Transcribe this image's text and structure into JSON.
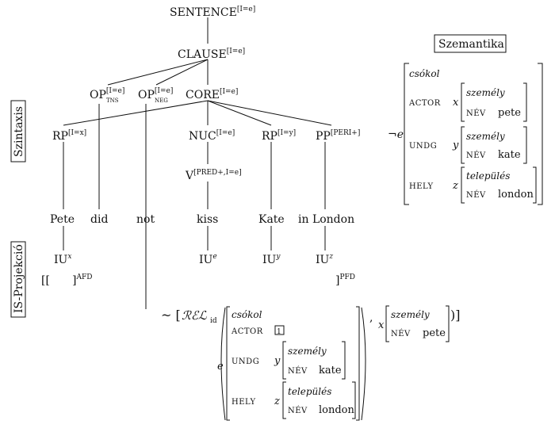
{
  "tree": {
    "sentence": "SENTENCE",
    "sentence_idx": "[I=e]",
    "clause": "CLAUSE",
    "clause_idx": "[I=e]",
    "op_tns": "OP",
    "op_tns_idx": "[I=e]",
    "op_tns_sub": "TNS",
    "op_neg": "OP",
    "op_neg_idx": "[I=e]",
    "op_neg_sub": "NEG",
    "core": "CORE",
    "core_idx": "[I=e]",
    "rp1": "RP",
    "rp1_idx": "[I=x]",
    "nuc": "NUC",
    "nuc_idx": "[I=e]",
    "rp2": "RP",
    "rp2_idx": "[I=y]",
    "pp": "PP",
    "pp_idx": "[PERI+]",
    "v": "V",
    "v_idx": "[PRED+,I=e]"
  },
  "words": {
    "pete": "Pete",
    "did": "did",
    "not": "not",
    "kiss": "kiss",
    "kate": "Kate",
    "london": "in London"
  },
  "projection": {
    "iu": "IU",
    "iu_x": "x",
    "iu_e": "e",
    "iu_y": "y",
    "iu_z": "z",
    "afd_open": "[[",
    "afd_close": "]",
    "afd": "AFD",
    "pfd_close": "]",
    "pfd": "PFD"
  },
  "labels": {
    "szintaxis": "Szintaxis",
    "is_projekcio": "IS-Projekció",
    "szemantika": "Szemantika"
  },
  "semantics": {
    "neg": "¬e",
    "pred": "csókol",
    "actor": "ACTOR",
    "undg": "UNDG",
    "hely": "HELY",
    "x": "x",
    "y": "y",
    "z": "z",
    "szemely": "személy",
    "telepules": "település",
    "nev": "NÉV",
    "pete": "pete",
    "kate": "kate",
    "london": "london"
  },
  "rel": {
    "tilde": "~ [",
    "rel": "ℛℰℒ",
    "rel_sub": "id",
    "e": "e",
    "pred": "csókol",
    "actor": "ACTOR",
    "box": "1",
    "undg": "UNDG",
    "hely": "HELY",
    "y": "y",
    "z": "z",
    "x": "x",
    "comma": ",",
    "szemely": "személy",
    "telepules": "település",
    "nev": "NÉV",
    "kate": "kate",
    "london": "london",
    "pete": "pete",
    "close": ")]"
  }
}
